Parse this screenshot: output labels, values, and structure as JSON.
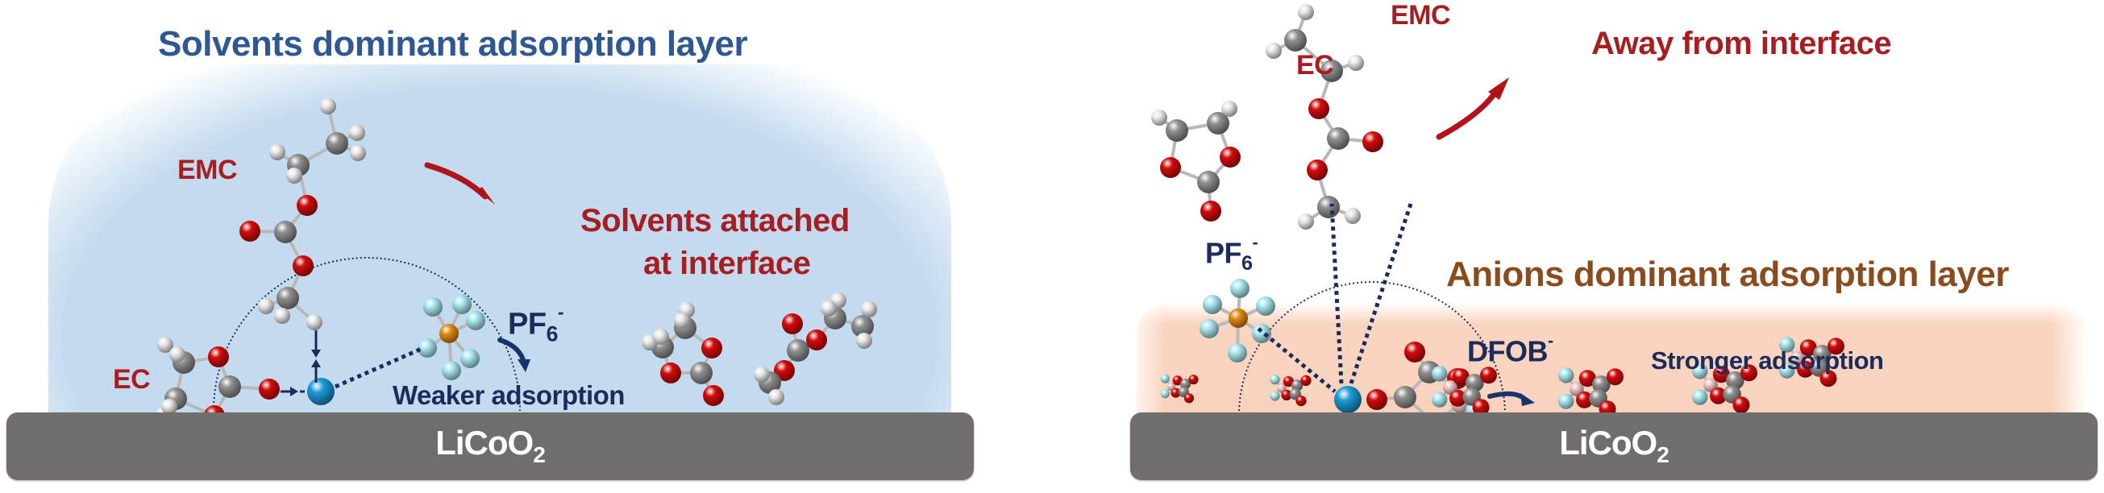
{
  "panels": {
    "left": {
      "title": "Solvents dominant adsorption layer",
      "labels": {
        "emc": "EMC",
        "ec": "EC",
        "attached_line1": "Solvents attached",
        "attached_line2": "at interface",
        "anion_base": "PF",
        "anion_sub": "6",
        "anion_charge": "-",
        "adsorption": "Weaker adsorption"
      },
      "substrate": {
        "base": "LiCoO",
        "sub": "2"
      }
    },
    "right": {
      "title": "Anions dominant adsorption layer",
      "labels": {
        "ec": "EC",
        "emc": "EMC",
        "away": "Away from interface",
        "anion1_base": "PF",
        "anion1_sub": "6",
        "anion1_charge": "-",
        "anion2_base": "DFOB",
        "anion2_charge": "-",
        "adsorption": "Stronger adsorption"
      },
      "substrate": {
        "base": "LiCoO",
        "sub": "2"
      }
    }
  },
  "colors": {
    "solvent_layer": "#c4dbef",
    "anion_layer": "#f8d2bc",
    "substrate": "#726d6d",
    "oxygen": "#d40b0b",
    "carbon": "#8f8f8f",
    "hydrogen": "#e8e8e8",
    "fluorine": "#a9e6ee",
    "phosphorus": "#e28a12",
    "boron": "#eec4c6",
    "lithium": "#1c9ad6",
    "accent_red": "#a71e22",
    "accent_navy": "#1c2c5a"
  },
  "legend_atoms": [
    "oxygen",
    "carbon",
    "hydrogen",
    "fluorine",
    "phosphorus",
    "boron",
    "lithium"
  ]
}
